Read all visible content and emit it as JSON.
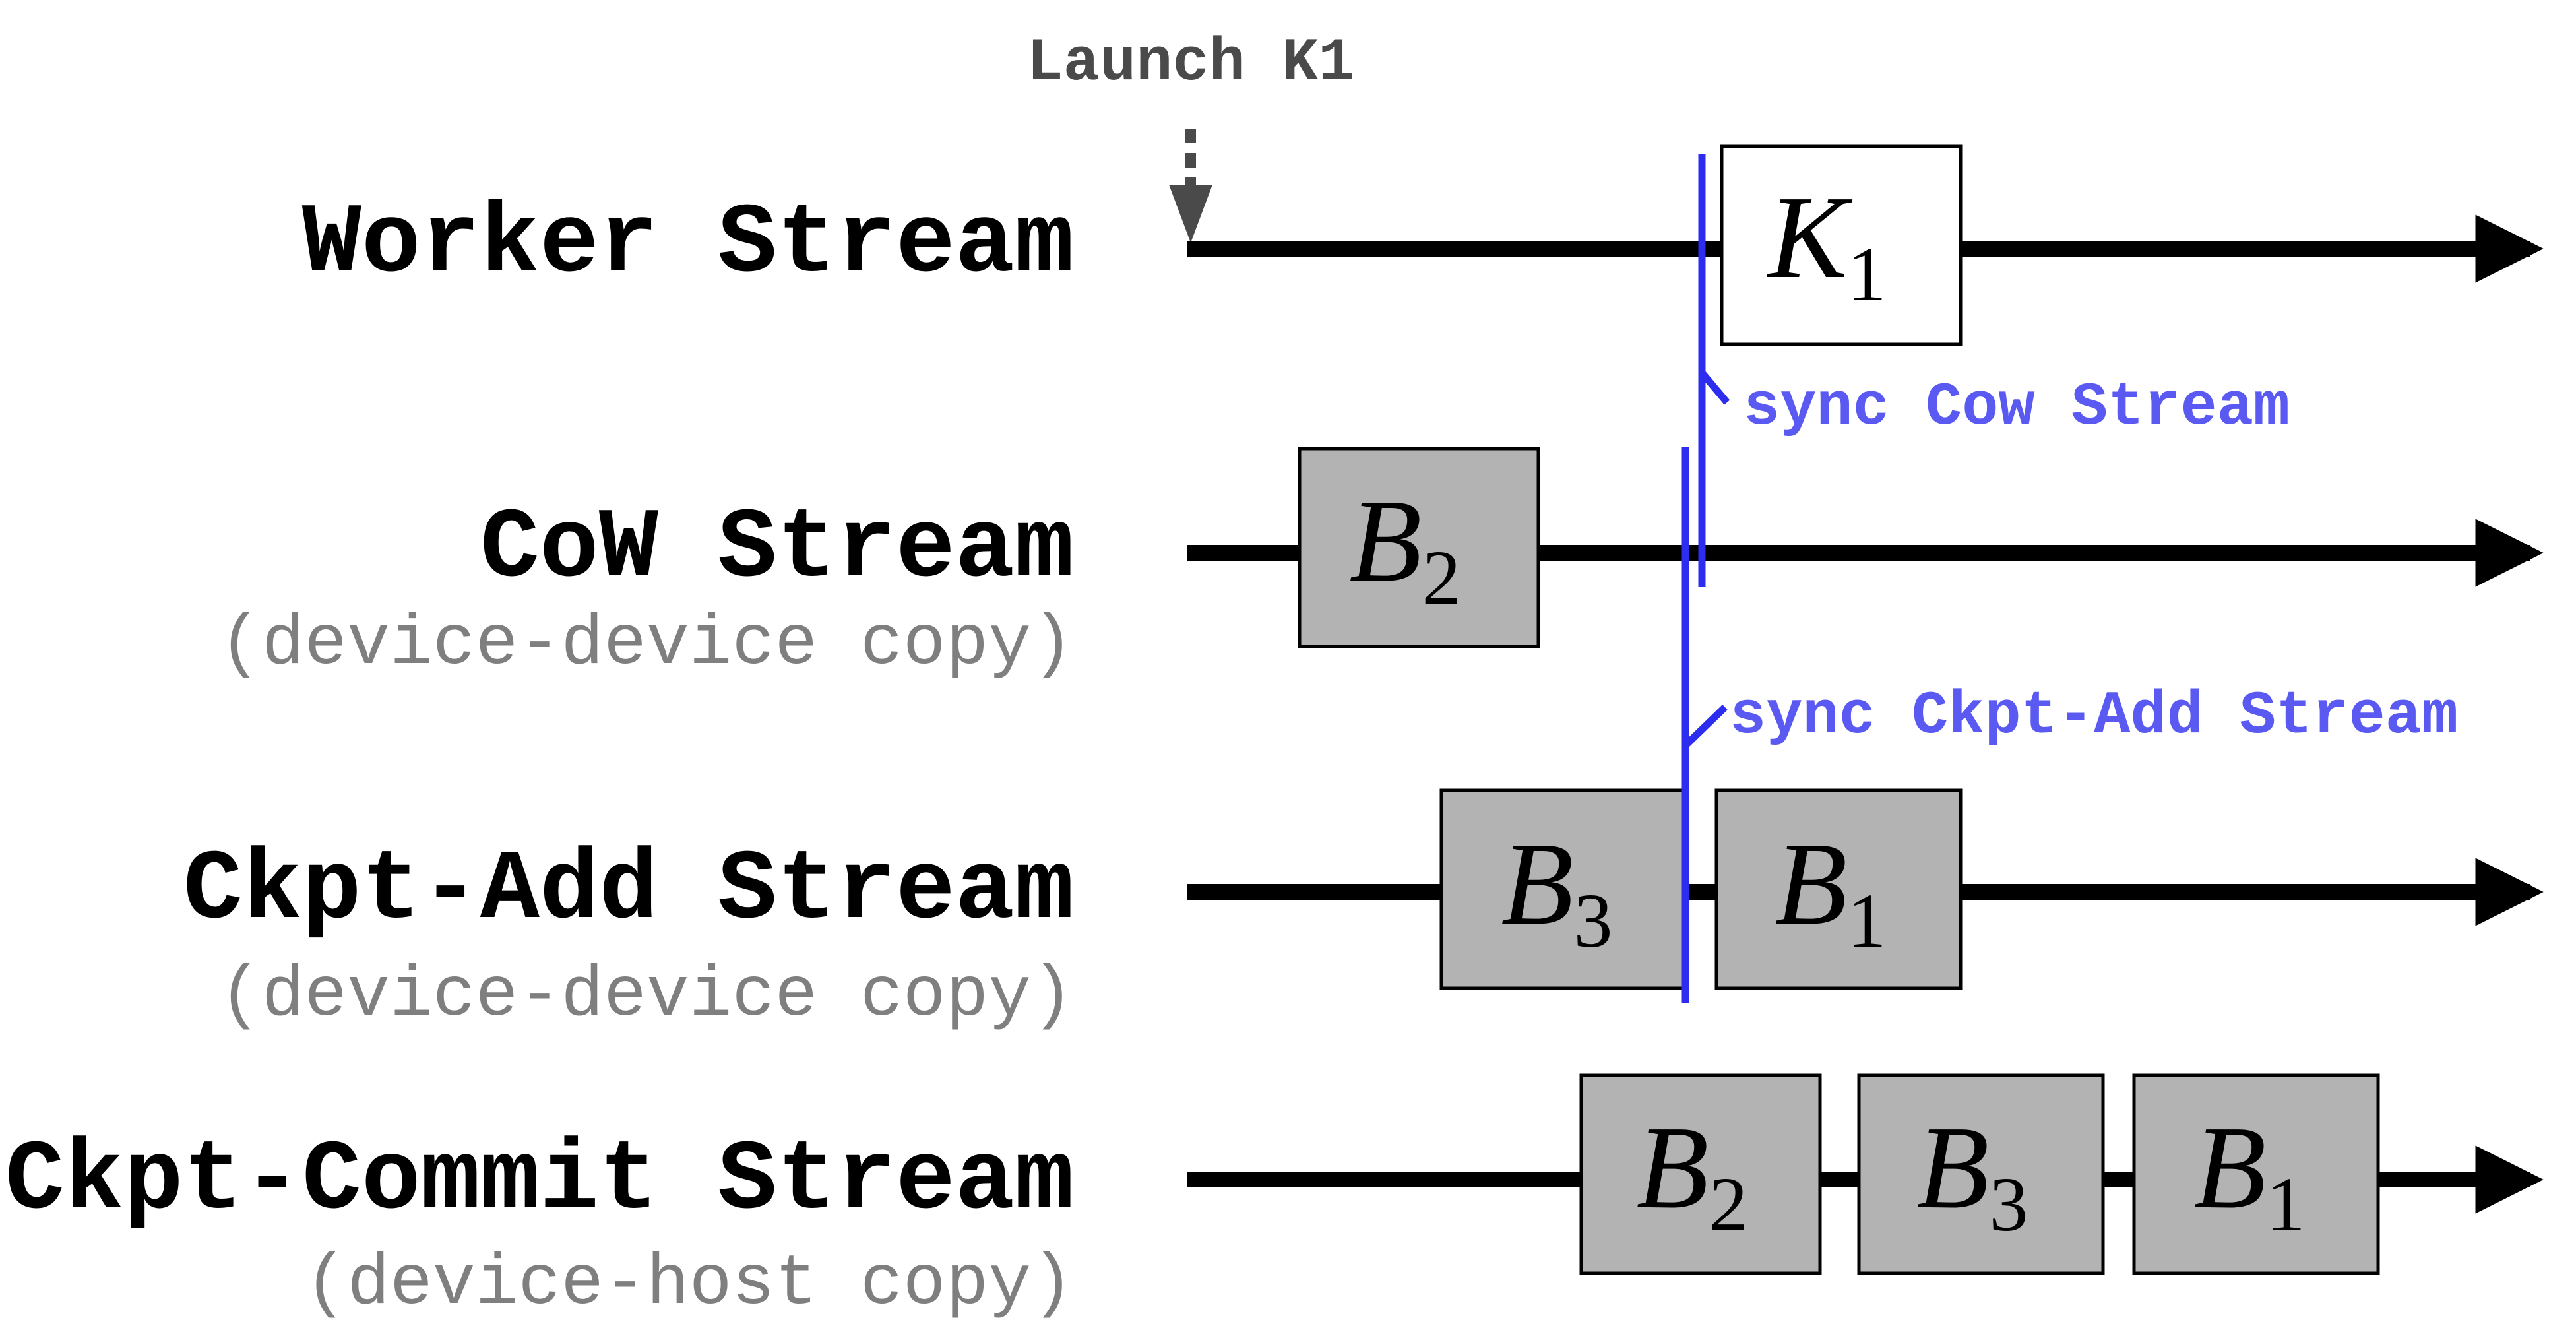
{
  "launch_label": "Launch K1",
  "streams": [
    {
      "name": "Worker Stream",
      "sub": ""
    },
    {
      "name": "CoW Stream",
      "sub": "(device-device copy)"
    },
    {
      "name": "Ckpt-Add Stream",
      "sub": "(device-device copy)"
    },
    {
      "name": "Ckpt-Commit Stream",
      "sub": "(device-host copy)"
    }
  ],
  "blocks": {
    "k1": {
      "letter": "K",
      "sub": "1",
      "fill": "#ffffff"
    },
    "cow_b2": {
      "letter": "B",
      "sub": "2",
      "fill": "#b3b3b3"
    },
    "add_b3": {
      "letter": "B",
      "sub": "3",
      "fill": "#b3b3b3"
    },
    "add_b1": {
      "letter": "B",
      "sub": "1",
      "fill": "#b3b3b3"
    },
    "commit_b2": {
      "letter": "B",
      "sub": "2",
      "fill": "#b3b3b3"
    },
    "commit_b3": {
      "letter": "B",
      "sub": "3",
      "fill": "#b3b3b3"
    },
    "commit_b1": {
      "letter": "B",
      "sub": "1",
      "fill": "#b3b3b3"
    }
  },
  "sync_labels": {
    "cow": "sync Cow Stream",
    "ckpt_add": "sync Ckpt-Add Stream"
  },
  "colors": {
    "sync_line": "#2d2df0",
    "sync_text": "#5a5af2",
    "label_dark": "#000000",
    "label_sub": "#7f7f7f",
    "launch": "#4a4a4a"
  }
}
